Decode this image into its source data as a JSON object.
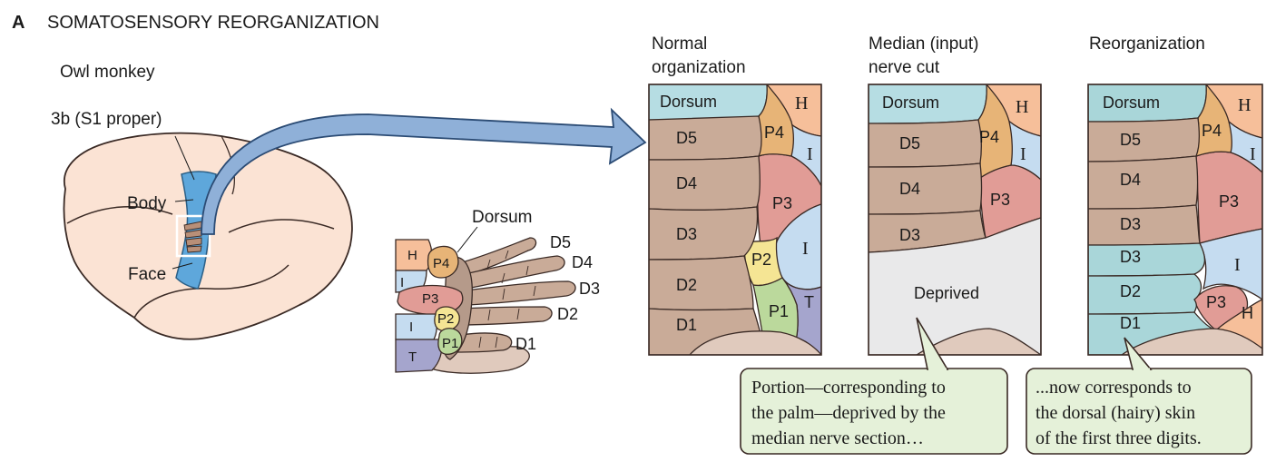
{
  "panel": {
    "letter": "A",
    "title": "SOMATOSENSORY REORGANIZATION"
  },
  "brain": {
    "species": "Owl monkey",
    "area": "3b (S1 proper)",
    "body": "Body",
    "face": "Face"
  },
  "hand": {
    "dorsum": "Dorsum",
    "digits": [
      "D5",
      "D4",
      "D3",
      "D2",
      "D1"
    ],
    "pads": [
      "H",
      "P4",
      "I",
      "P3",
      "I",
      "P2",
      "P1",
      "T"
    ]
  },
  "maps": {
    "normal": {
      "title_lines": [
        "Normal",
        "organization"
      ],
      "regions": {
        "dorsum": "Dorsum",
        "h": "H",
        "p4": "P4",
        "i1": "I",
        "d5": "D5",
        "d4": "D4",
        "p3": "P3",
        "d3": "D3",
        "i2": "I",
        "p2": "P2",
        "d2": "D2",
        "p1": "P1",
        "t": "T",
        "d1": "D1"
      }
    },
    "cut": {
      "title_lines": [
        "Median (input)",
        "nerve cut"
      ],
      "regions": {
        "dorsum": "Dorsum",
        "h": "H",
        "p4": "P4",
        "i1": "I",
        "d5": "D5",
        "d4": "D4",
        "p3": "P3",
        "d3": "D3",
        "deprived": "Deprived"
      }
    },
    "reorg": {
      "title_lines": [
        "Reorganization"
      ],
      "regions": {
        "dorsum": "Dorsum",
        "h": "H",
        "p4": "P4",
        "i1": "I",
        "d5": "D5",
        "d4": "D4",
        "p3": "P3",
        "d3b": "D3",
        "d3": "D3",
        "i2": "I",
        "d2": "D2",
        "p3b": "P3",
        "d1": "D1",
        "h2": "H"
      }
    }
  },
  "callouts": {
    "left": [
      "Portion—corresponding to",
      "the palm—deprived by the",
      "median nerve section…"
    ],
    "right": [
      "...now corresponds to",
      "the dorsal (hairy) skin",
      "of the first three digits."
    ]
  },
  "colors": {
    "brain": "#fbe3d4",
    "area3b": "#5ea7db",
    "arrow": "#8fb0d8",
    "digit": "#c9ab98",
    "dorsum": "#b6dde3",
    "hairy": "#a9d6d9",
    "pad_h": "#f6bf9a",
    "pad_p4": "#e7b477",
    "pad_i": "#c5dcf0",
    "pad_p3": "#e19c96",
    "pad_p2": "#f5e594",
    "pad_p1": "#bbd99c",
    "pad_t": "#a5a5cd",
    "deprived": "#e9e9ea",
    "callout": "#e5f1d9"
  }
}
